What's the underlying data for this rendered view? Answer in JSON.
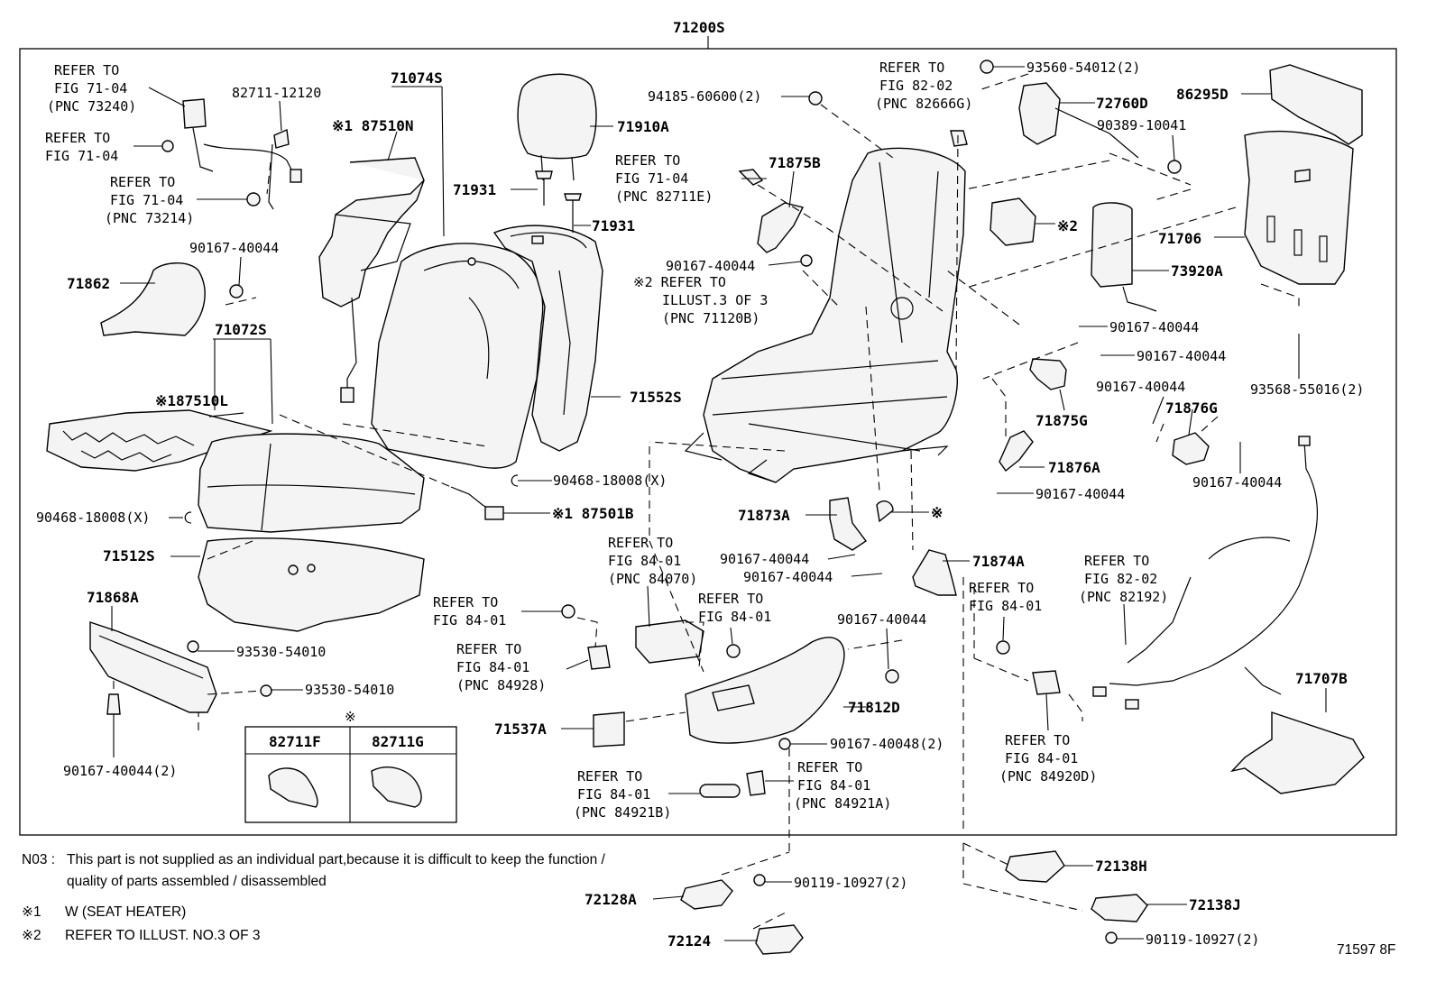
{
  "title": "71200S",
  "figure_id": "71597 8F",
  "labels": {
    "l71074S": "71074S",
    "l87510N": "※1 87510N",
    "l71910A": "71910A",
    "l71931a": "71931",
    "l71931b": "71931",
    "l82711_12120": "82711-12120",
    "l90167_a": "90167-40044",
    "l71862": "71862",
    "l71072S": "71072S",
    "l87510L": "※187510L",
    "l71552S": "71552S",
    "l90468_a": "90468-18008(X)",
    "l90468_b": "90468-18008(X)",
    "l87501B": "※1 87501B",
    "l71512S": "71512S",
    "l71868A": "71868A",
    "l93530_a": "93530-54010",
    "l93530_b": "93530-54010",
    "l90167_2": "90167-40044(2)",
    "l82711F": "82711F",
    "l82711G": "82711G",
    "l94185": "94185-60600(2)",
    "l71875B": "71875B",
    "l90167_b": "90167-40044",
    "l93560": "93560-54012(2)",
    "l72760D": "72760D",
    "l90389": "90389-10041",
    "l86295D": "86295D",
    "l71706": "71706",
    "l73920A": "73920A",
    "lmark2": "※2",
    "l90167_c": "90167-40044",
    "l90167_d": "90167-40044",
    "l93568": "93568-55016(2)",
    "l71875G": "71875G",
    "l90167_e": "90167-40044",
    "l71876G": "71876G",
    "l71876A": "71876A",
    "l90167_f": "90167-40044",
    "l90167_g": "90167-40044",
    "l71873A": "71873A",
    "lmark": "※",
    "l90167_h": "90167-40044",
    "l90167_i": "90167-40044",
    "l71874A": "71874A",
    "l90167_j": "90167-40044",
    "l71812D": "71812D",
    "l71537A": "71537A",
    "l90167_48": "90167-40048(2)",
    "l71707B": "71707B",
    "l72128A": "72128A",
    "l90119_a": "90119-10927(2)",
    "l72124": "72124",
    "l72138H": "72138H",
    "l72138J": "72138J",
    "l90119_b": "90119-10927(2)",
    "lboxmark": "※"
  },
  "refers": {
    "r1": [
      "REFER TO",
      "FIG 71-04",
      "(PNC 73240)"
    ],
    "r2": [
      "REFER TO",
      "FIG 71-04"
    ],
    "r3": [
      "REFER TO",
      "FIG 71-04",
      "(PNC 73214)"
    ],
    "r4": [
      "REFER TO",
      "FIG 82-02",
      "(PNC 82666G)"
    ],
    "r5": [
      "REFER TO",
      "FIG 71-04",
      "(PNC 82711E)"
    ],
    "r6": [
      "※2 REFER TO",
      "ILLUST.3 OF 3",
      "(PNC 71120B)"
    ],
    "r7": [
      "REFER TO",
      "FIG 84-01",
      "(PNC 84070)"
    ],
    "r8": [
      "REFER TO",
      "FIG 84-01"
    ],
    "r9": [
      "REFER TO",
      "FIG 84-01",
      "(PNC 84928)"
    ],
    "r10": [
      "REFER TO",
      "FIG 84-01"
    ],
    "r11": [
      "REFER TO",
      "FIG 84-01"
    ],
    "r12": [
      "REFER TO",
      "FIG 82-02",
      "(PNC 82192)"
    ],
    "r13": [
      "REFER TO",
      "FIG 84-01",
      "(PNC 84920D)"
    ],
    "r14": [
      "REFER TO",
      "FIG 84-01",
      "(PNC 84921B)"
    ],
    "r15": [
      "REFER TO",
      "FIG 84-01",
      "(PNC 84921A)"
    ]
  },
  "notes": {
    "n03_prefix": "N03 :",
    "n03_line1": "This part is not supplied as an individual part,because it is difficult to keep the function /",
    "n03_line2": "quality of parts assembled / disassembled",
    "m1_mark": "※1",
    "m1_text": "W (SEAT  HEATER)",
    "m2_mark": "※2",
    "m2_text": "REFER TO ILLUST. NO.3 OF 3"
  }
}
